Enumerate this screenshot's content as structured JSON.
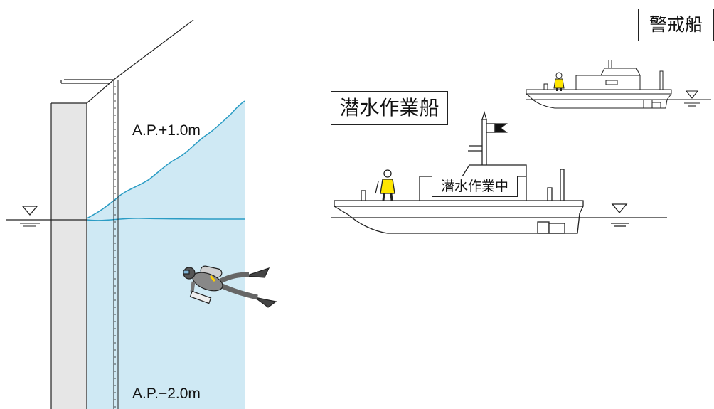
{
  "labels": {
    "guard_boat": "警戒船",
    "diving_boat": "潜水作業船",
    "diving_sign": "潜水作業中",
    "level_upper": "A.P.+1.0m",
    "level_lower": "A.P.−2.0m"
  },
  "colors": {
    "water": "#cfe9f4",
    "water_line": "#2a9cc4",
    "wall": "#e6e6e6",
    "vest": "#ffe600",
    "line": "#222222"
  },
  "icons": [
    "water-level-symbol",
    "diver-icon",
    "worker-icon",
    "flag-icon"
  ]
}
